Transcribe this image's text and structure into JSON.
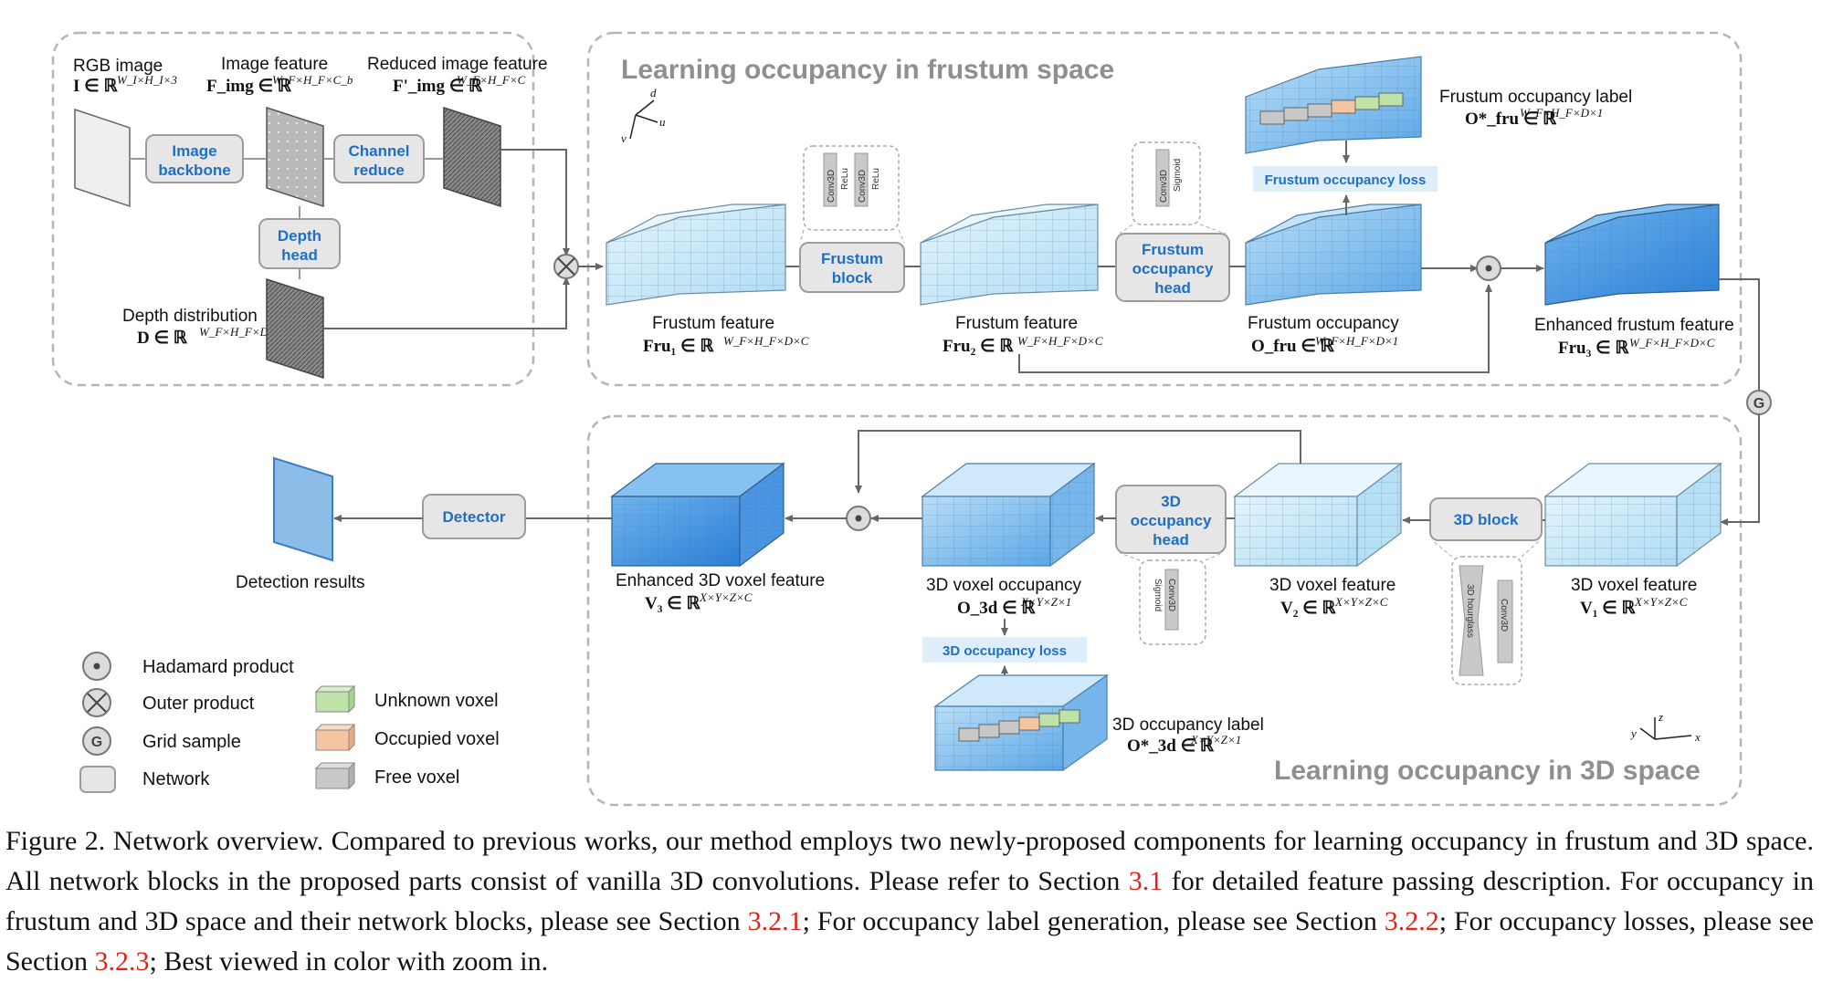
{
  "sections": {
    "frustum_title": "Learning occupancy in frustum space",
    "space3d_title": "Learning occupancy in 3D space"
  },
  "image_branch": {
    "rgb_label": "RGB image",
    "rgb_math": "I ∈ ℝ",
    "rgb_sup": "W_I×H_I×3",
    "feat_label": "Image feature",
    "feat_math": "F_img ∈ ℝ",
    "feat_sup": "W_F×H_F×C_b",
    "reduced_label": "Reduced image feature",
    "reduced_math": "F'_img ∈ ℝ",
    "reduced_sup": "W_F×H_F×C",
    "depth_label": "Depth distribution",
    "depth_math": "D ∈ ℝ",
    "depth_sup": "W_F×H_F×D"
  },
  "blocks": {
    "image_backbone": [
      "Image",
      "backbone"
    ],
    "channel_reduce": [
      "Channel",
      "reduce"
    ],
    "depth_head": [
      "Depth",
      "head"
    ],
    "frustum_block": [
      "Frustum",
      "block"
    ],
    "frustum_occ_head": [
      "Frustum",
      "occupancy",
      "head"
    ],
    "block3d": "3D block",
    "occ3d_head": [
      "3D",
      "occupancy",
      "head"
    ],
    "detector": "Detector"
  },
  "sub_layers": {
    "frustum_block": [
      "Conv3D",
      "ReLu",
      "Conv3D",
      "ReLu"
    ],
    "frustum_head": [
      "Conv3D",
      "Sigmoid"
    ],
    "occ3d_head": [
      "Conv3D",
      "Sigmoid"
    ],
    "block3d": [
      "3D hourglass",
      "Conv3D"
    ]
  },
  "features": {
    "fru1_label": "Frustum feature",
    "fru1_math": "Fru₁ ∈ ℝ",
    "fru1_sup": "W_F×H_F×D×C",
    "fru2_label": "Frustum feature",
    "fru2_math": "Fru₂ ∈ ℝ",
    "fru2_sup": "W_F×H_F×D×C",
    "ofru_label": "Frustum occupancy",
    "ofru_math": "O_fru ∈ ℝ",
    "ofru_sup": "W_F×H_F×D×1",
    "fru3_label": "Enhanced frustum feature",
    "fru3_math": "Fru₃ ∈ ℝ",
    "fru3_sup": "W_F×H_F×D×C",
    "fru_label_label": "Frustum occupancy label",
    "fru_label_math": "O*_fru ∈ ℝ",
    "fru_label_sup": "W_F×H_F×D×1",
    "v1_label": "3D voxel feature",
    "v1_math": "V₁ ∈ ℝ",
    "v1_sup": "X×Y×Z×C",
    "v2_label": "3D voxel feature",
    "v2_math": "V₂ ∈ ℝ",
    "v2_sup": "X×Y×Z×C",
    "o3d_label": "3D voxel occupancy",
    "o3d_math": "O_3d ∈ ℝ",
    "o3d_sup": "X×Y×Z×1",
    "v3_label": "Enhanced 3D voxel feature",
    "v3_math": "V₃ ∈ ℝ",
    "v3_sup": "X×Y×Z×C",
    "l3d_label": "3D occupancy label",
    "l3d_math": "O*_3d ∈ ℝ",
    "l3d_sup": "X×Y×Z×1",
    "det_label": "Detection results"
  },
  "losses": {
    "frustum": "Frustum occupancy loss",
    "space3d": "3D occupancy loss"
  },
  "axes": {
    "frustum": [
      "d",
      "u",
      "v"
    ],
    "space3d": [
      "z",
      "y",
      "x"
    ]
  },
  "operators": {
    "grid": "G"
  },
  "legend": {
    "hadamard": "Hadamard product",
    "outer": "Outer product",
    "grid": "Grid sample",
    "network": "Network",
    "unknown": "Unknown voxel",
    "occupied": "Occupied voxel",
    "free": "Free voxel"
  },
  "colors": {
    "light_blue": "#cfe9f7",
    "mid_blue": "#8cc4ee",
    "dark_blue": "#3b8fe0",
    "unknown_green": "#bfe2a8",
    "occupied_orange": "#f3c6a1",
    "free_gray": "#c8c8c8",
    "block_fill": "#e6e6e6",
    "link_red": "#d9261c"
  },
  "caption": {
    "p1": "Figure 2. Network overview. Compared to previous works, our method employs two newly-proposed components for learning occupancy in frustum and 3D space. All network blocks in the proposed parts consist of vanilla 3D convolutions. Please refer to Section ",
    "r1": "3.1",
    "p2": " for detailed feature passing description. For occupancy in frustum and 3D space and their network blocks, please see Section ",
    "r2": "3.2.1",
    "p3": "; For occupancy label generation, please see Section ",
    "r3": "3.2.2",
    "p4": "; For occupancy losses, please see Section ",
    "r4": "3.2.3",
    "p5": "; Best viewed in color with zoom in."
  }
}
